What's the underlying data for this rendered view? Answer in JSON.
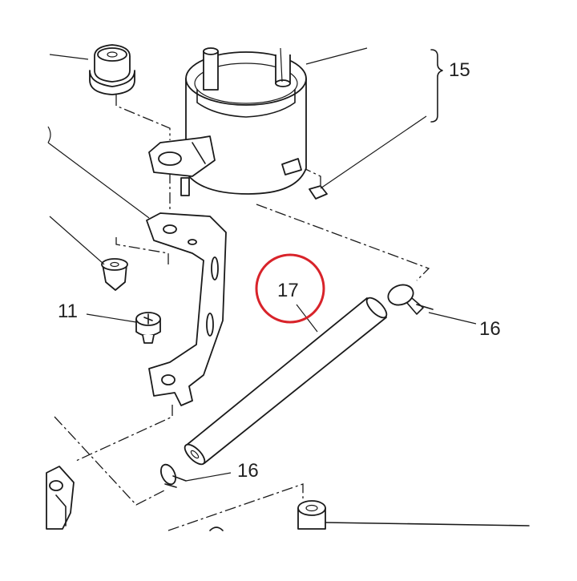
{
  "callouts": [
    {
      "id": "c15",
      "text": "15"
    },
    {
      "id": "c16a",
      "text": "16"
    },
    {
      "id": "c16b",
      "text": "16"
    },
    {
      "id": "c17",
      "text": "17"
    },
    {
      "id": "c11",
      "text": "11"
    }
  ],
  "highlight": {
    "target": "17",
    "color": "#d8232a"
  },
  "line_color": "#1a1a1a"
}
